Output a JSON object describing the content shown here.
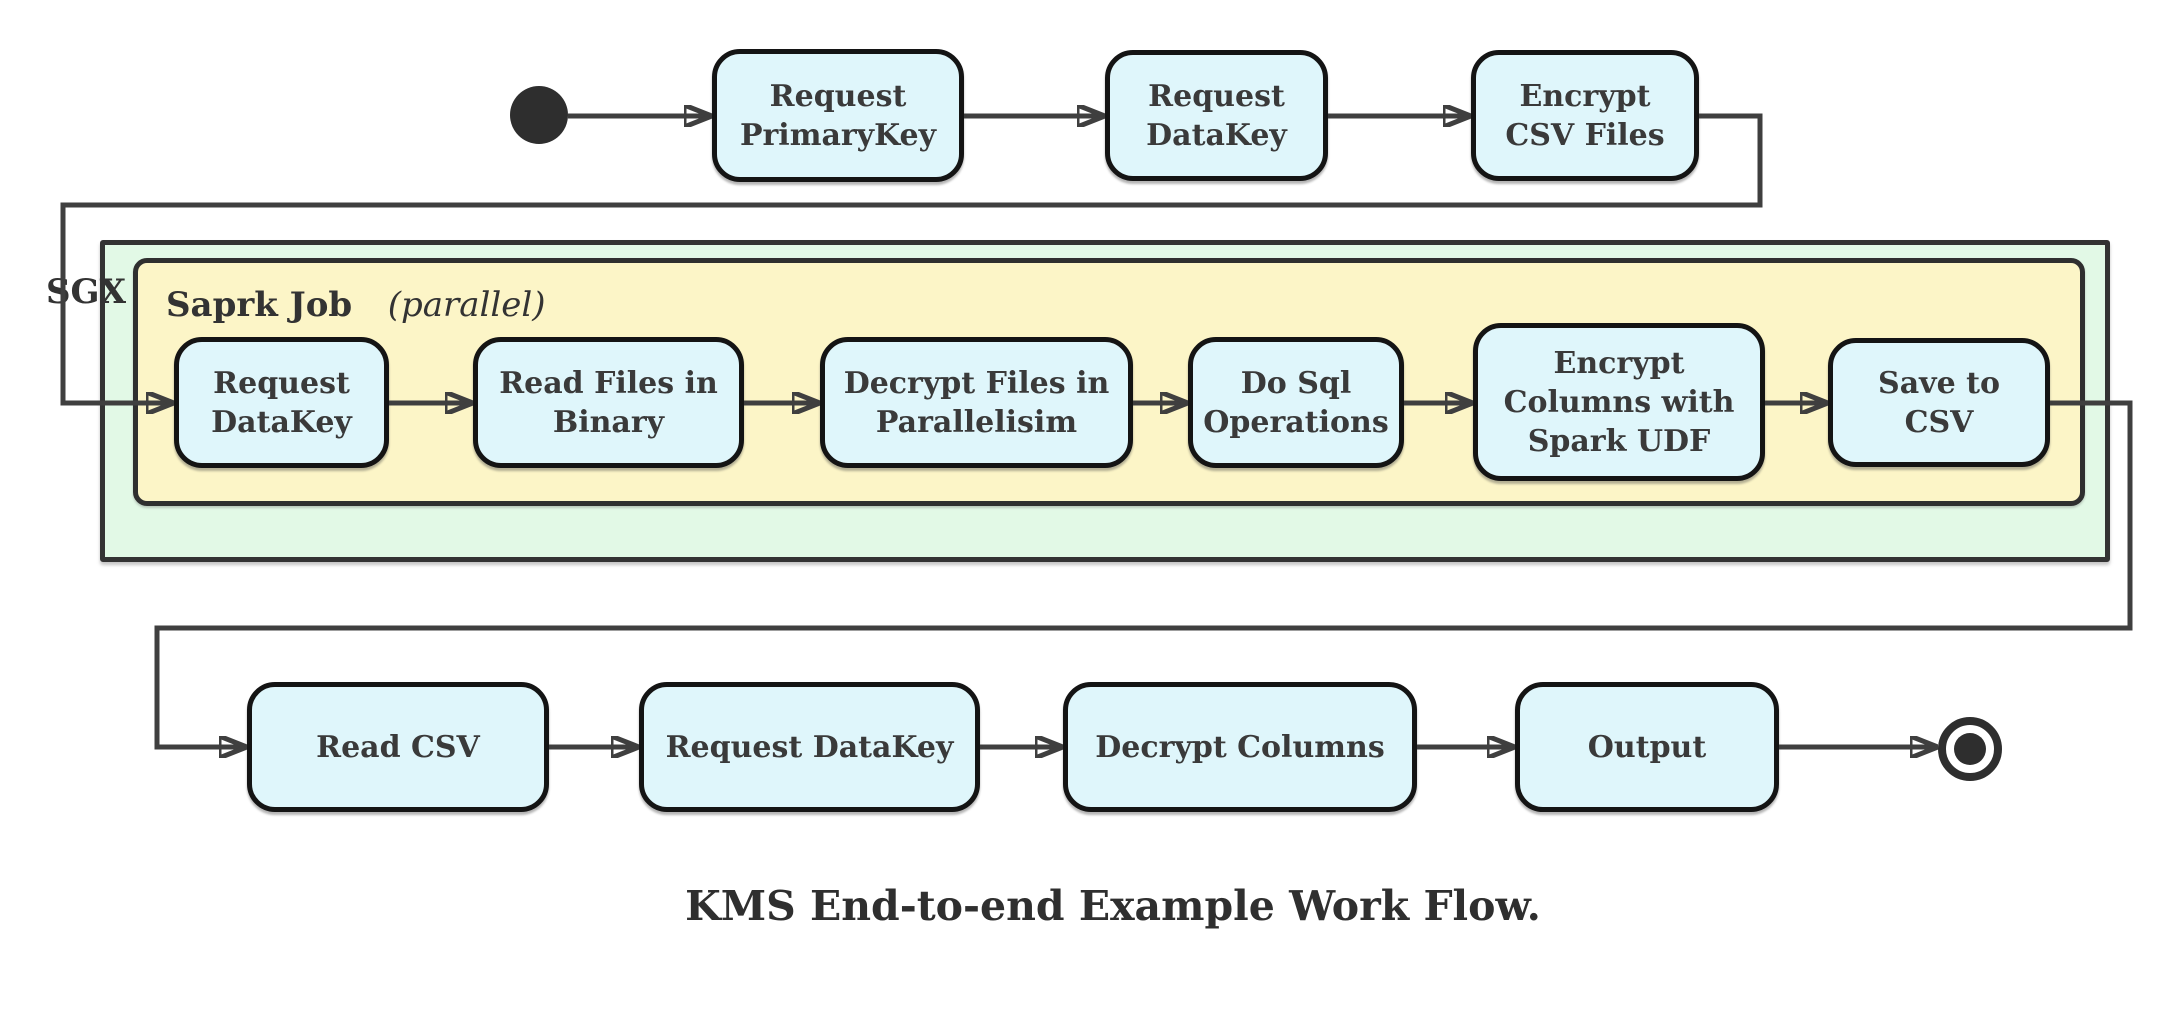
{
  "diagram": {
    "caption": "KMS End-to-end Example Work Flow.",
    "palette": {
      "node_fill": "#dff6fb",
      "node_border": "#141414",
      "sgx_fill": "#e2f9e6",
      "spark_job_fill": "#fcf5c7",
      "group_border": "#333333",
      "connector": "#3f3f3f",
      "text": "#3a3a3a",
      "background": "#ffffff"
    },
    "top_row": {
      "nodes": [
        {
          "label": "Request\nPrimaryKey"
        },
        {
          "label": "Request\nDataKey"
        },
        {
          "label": "Encrypt\nCSV Files"
        }
      ]
    },
    "sgx": {
      "label": "SGX",
      "spark_job": {
        "title": "Saprk Job",
        "title_suffix": "(parallel)",
        "nodes": [
          {
            "label": "Request\nDataKey"
          },
          {
            "label": "Read Files in\nBinary"
          },
          {
            "label": "Decrypt Files in\nParallelisim"
          },
          {
            "label": "Do Sql\nOperations"
          },
          {
            "label": "Encrypt\nColumns with\nSpark UDF"
          },
          {
            "label": "Save to CSV"
          }
        ]
      }
    },
    "bottom_row": {
      "nodes": [
        {
          "label": "Read CSV"
        },
        {
          "label": "Request DataKey"
        },
        {
          "label": "Decrypt Columns"
        },
        {
          "label": "Output"
        }
      ]
    }
  }
}
